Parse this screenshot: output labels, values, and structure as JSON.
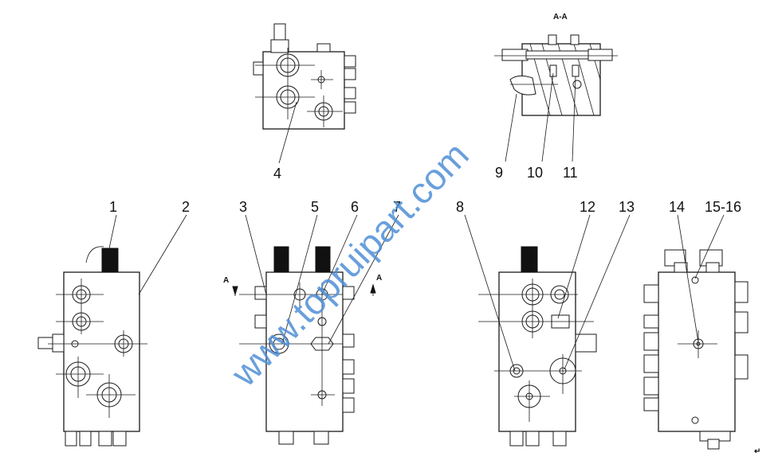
{
  "section_label": "A-A",
  "arrow_marker": "A",
  "callouts": [
    "1",
    "2",
    "3",
    "4",
    "5",
    "6",
    "7",
    "8",
    "9",
    "10",
    "11",
    "12",
    "13",
    "14",
    "15-16"
  ],
  "watermark": "www.topruipart.com",
  "return_mark": "↵",
  "colors": {
    "line": "#1a1a1a",
    "watermark": "#4f8fd6"
  }
}
